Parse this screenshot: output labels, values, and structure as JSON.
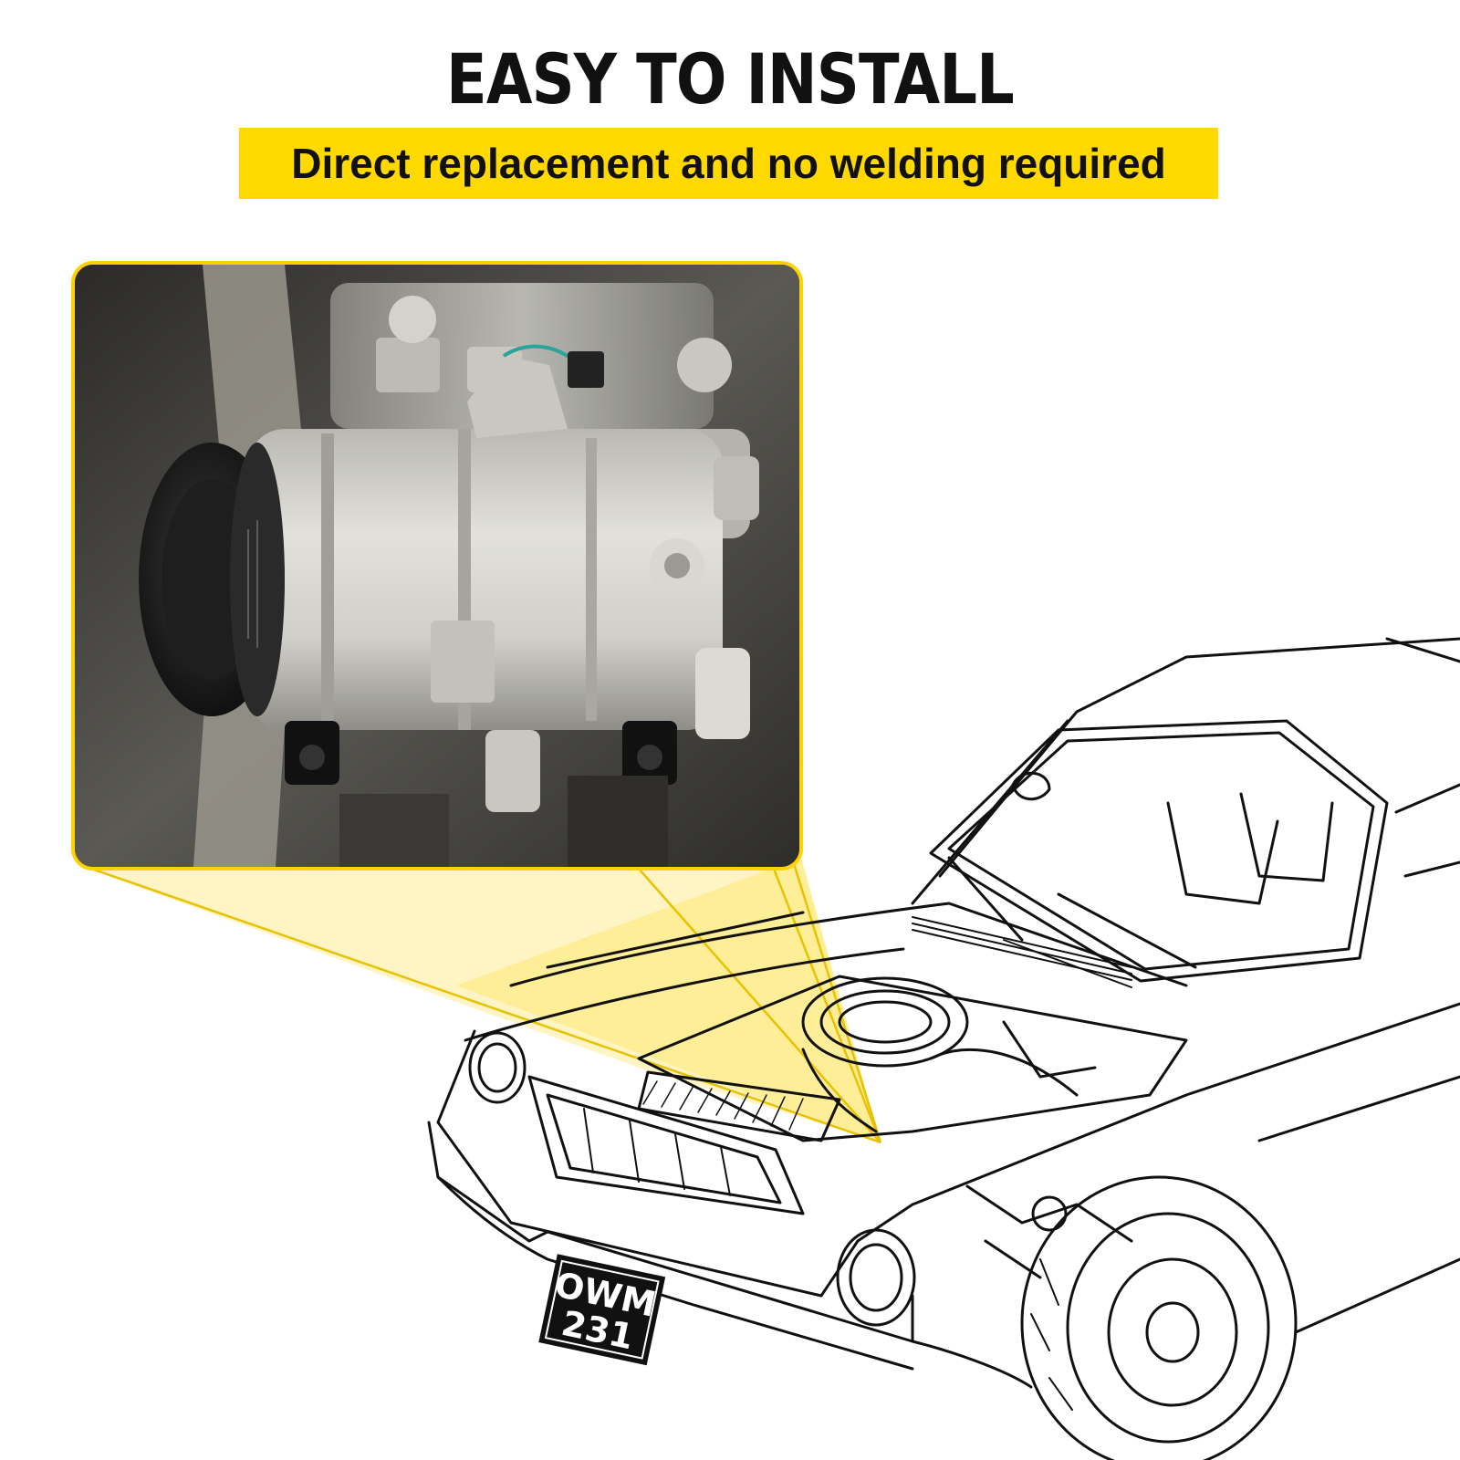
{
  "headline": "EASY TO INSTALL",
  "subheadline": "Direct replacement and no welding required",
  "plate": {
    "line1": "OWM",
    "line2": "231"
  },
  "colors": {
    "accent": "#ffd900",
    "text": "#111111",
    "callout": "#ffe68a"
  }
}
